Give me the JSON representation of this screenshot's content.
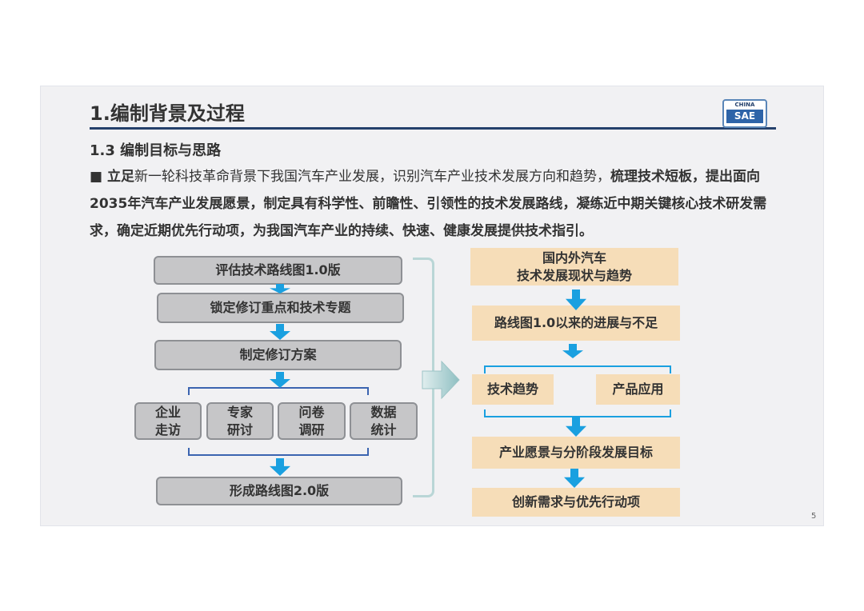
{
  "title": "1.编制背景及过程",
  "logo": {
    "top": "CHINA",
    "bottom": "SAE"
  },
  "subtitle": "1.3 编制目标与思路",
  "paragraph": {
    "bullet": "■",
    "p1": "立足",
    "p2": "新一轮科技革命背景下我国汽车产业发展，识别汽车产业技术发展方向和趋势，",
    "p3": "梳理技术短板",
    "p4": "，提出面向2035年汽车产业发展愿景，制定具有科学性、前瞻性、引领性的技术发展路线，凝练近中期关键核心技术研发需求，确定近期优先行动项，为我国汽车产业的持续、快速、健康发展提供技术指引。"
  },
  "left_flow": {
    "step1": "评估技术路线图1.0版",
    "step2": "锁定修订重点和技术专题",
    "step3": "制定修订方案",
    "methods": [
      {
        "l1": "企业",
        "l2": "走访"
      },
      {
        "l1": "专家",
        "l2": "研讨"
      },
      {
        "l1": "问卷",
        "l2": "调研"
      },
      {
        "l1": "数据",
        "l2": "统计"
      }
    ],
    "step4": "形成路线图2.0版"
  },
  "right_flow": {
    "step1a": "国内外汽车",
    "step1b": "技术发展现状与趋势",
    "step2": "路线图1.0以来的进展与不足",
    "branch_left": "技术趋势",
    "branch_right": "产品应用",
    "step3": "产业愿景与分阶段发展目标",
    "step4": "创新需求与优先行动项"
  },
  "page_number": "5",
  "colors": {
    "accent_blue": "#1aa0e0",
    "navy": "#24406b",
    "orange_box": "#f6ddb8",
    "gray_box": "#c6c6c8"
  }
}
